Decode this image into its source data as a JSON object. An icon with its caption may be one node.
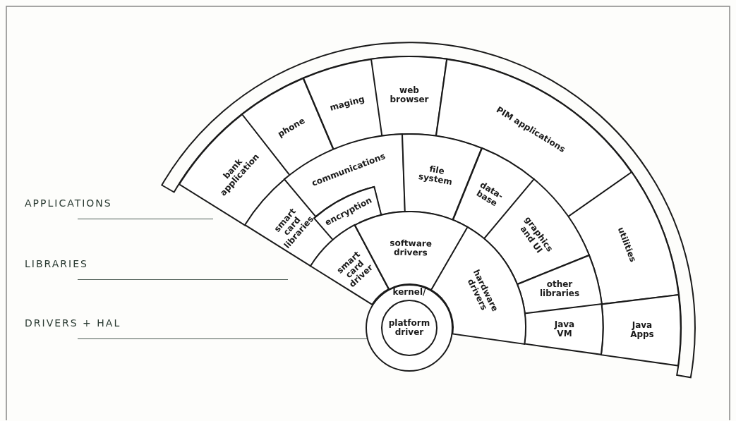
{
  "diagram": {
    "nodes": [
      {
        "text": [
          "bank application"
        ]
      },
      {
        "text": [
          "phone"
        ]
      },
      {
        "text": [
          "maging"
        ]
      },
      {
        "text": [
          "web browser"
        ]
      },
      {
        "text": [
          "PIM applications"
        ]
      },
      {
        "text": [
          "utilities"
        ]
      },
      {
        "text": [
          "Java Apps"
        ]
      },
      {
        "text": [
          "smart card libraries"
        ]
      },
      {
        "text": [
          "communications"
        ]
      },
      {
        "text": [
          "encryption"
        ]
      },
      {
        "text": [
          "file system"
        ]
      },
      {
        "text": [
          "data-base"
        ]
      },
      {
        "text": [
          "graphics and UI"
        ]
      },
      {
        "text": [
          "other libraries"
        ]
      },
      {
        "text": [
          "Java VM"
        ]
      },
      {
        "text": [
          "smart card driver"
        ]
      },
      {
        "text": [
          "software drivers"
        ]
      },
      {
        "text": [
          "hardware drivers"
        ]
      },
      {
        "text": [
          "kernel/"
        ]
      },
      {
        "text": [
          "platform driver"
        ],
        "in": 18
      }
    ],
    "labels": [
      "APPLICATIONS",
      "LIBRARIES",
      "DRIVERS + HAL"
    ]
  }
}
